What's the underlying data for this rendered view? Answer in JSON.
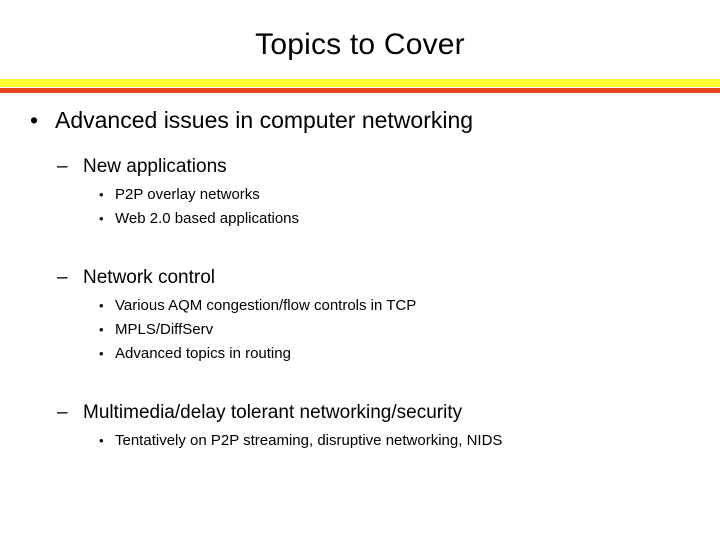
{
  "slide": {
    "title": "Topics to Cover",
    "background_color": "#ffffff",
    "text_color": "#000000",
    "divider": {
      "top_band_color": "#ffff33",
      "bottom_band_color": "#e8441a"
    },
    "markers": {
      "level1": "•",
      "level2": "–",
      "level3": "•"
    },
    "outline": [
      {
        "level": 1,
        "text": "Advanced issues in computer networking"
      },
      {
        "level": 2,
        "text": "New applications"
      },
      {
        "level": 3,
        "text": "P2P overlay networks"
      },
      {
        "level": 3,
        "text": "Web 2.0 based applications"
      },
      {
        "level": 2,
        "text": "Network control"
      },
      {
        "level": 3,
        "text": "Various AQM congestion/flow controls in TCP"
      },
      {
        "level": 3,
        "text": "MPLS/DiffServ"
      },
      {
        "level": 3,
        "text": "Advanced topics in routing"
      },
      {
        "level": 2,
        "text": "Multimedia/delay tolerant networking/security"
      },
      {
        "level": 3,
        "text": "Tentatively on P2P streaming, disruptive networking, NIDS"
      }
    ]
  }
}
